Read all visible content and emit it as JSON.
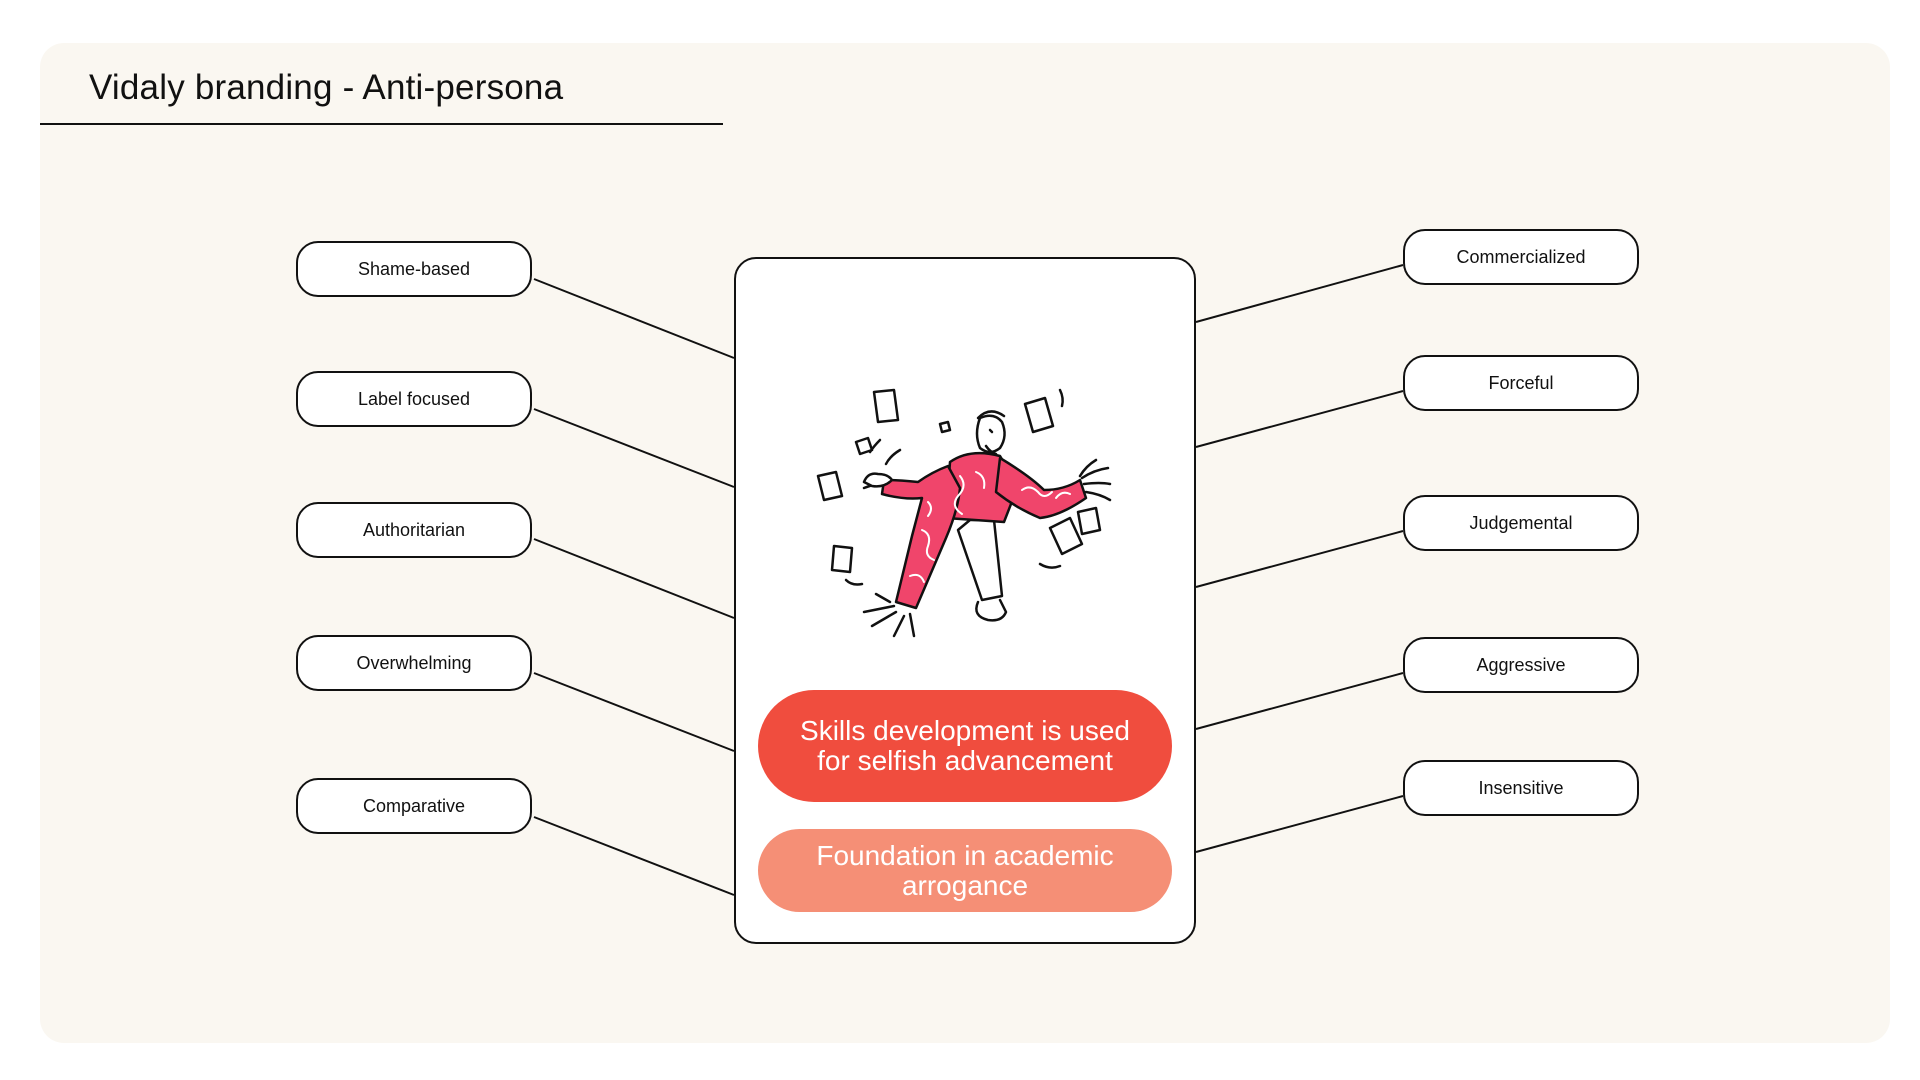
{
  "title": "Vidaly branding - Anti-persona",
  "colors": {
    "board": "#faf7f1",
    "ink": "#111111",
    "primary_statement": "#f04d3e",
    "secondary_statement": "#f58f76",
    "figure_accent": "#f0456b"
  },
  "left_traits": [
    "Shame-based",
    "Label focused",
    "Authoritarian",
    "Overwhelming",
    "Comparative"
  ],
  "right_traits": [
    "Commercialized",
    "Forceful",
    "Judgemental",
    "Aggressive",
    "Insensitive"
  ],
  "card": {
    "illustration": "person-juggling-papers-illustration",
    "primary_statement": "Skills development is used for selfish advancement",
    "secondary_statement": "Foundation in academic arrogance"
  }
}
